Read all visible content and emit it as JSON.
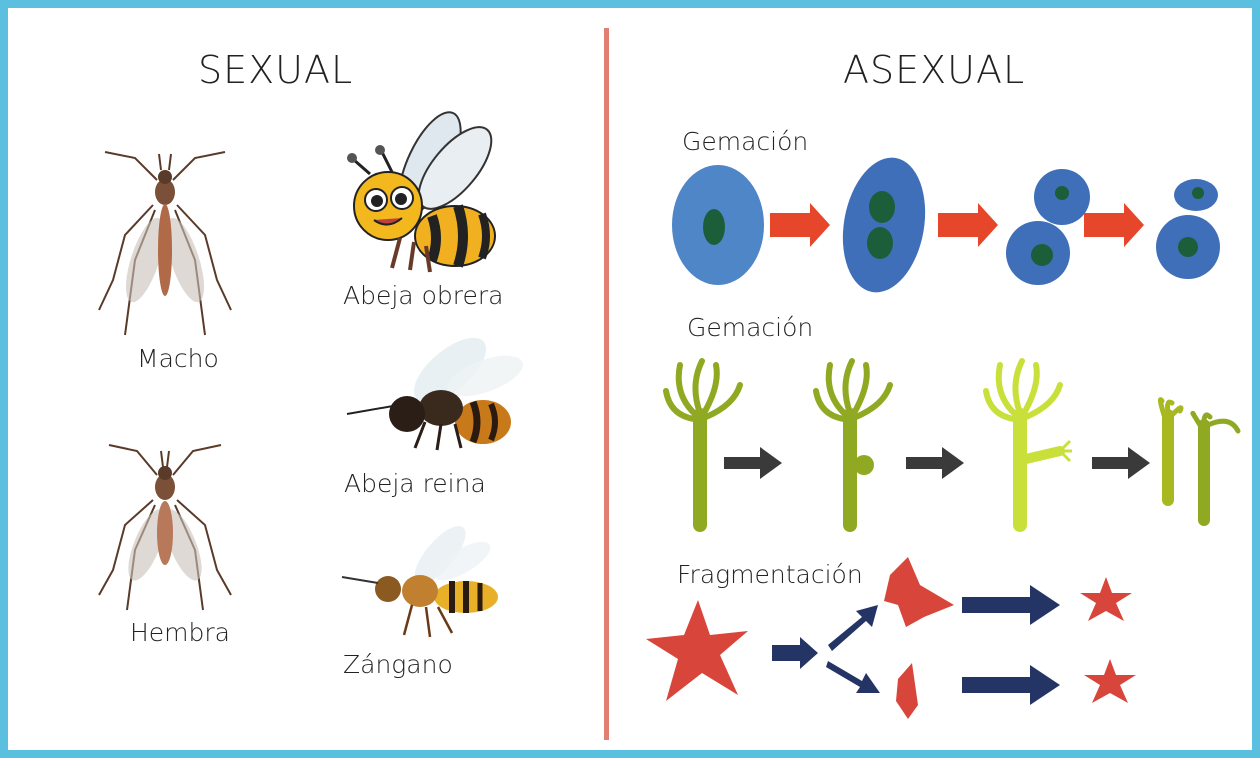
{
  "sexual": {
    "title": "SEXUAL",
    "mosquitoes": [
      {
        "label": "Macho",
        "icon": "male-mosquito-icon"
      },
      {
        "label": "Hembra",
        "icon": "female-mosquito-icon"
      }
    ],
    "bees": [
      {
        "label": "Abeja obrera",
        "icon": "worker-bee-icon"
      },
      {
        "label": "Abeja reina",
        "icon": "queen-bee-icon"
      },
      {
        "label": "Zángano",
        "icon": "drone-bee-icon"
      }
    ]
  },
  "asexual": {
    "title": "ASEXUAL",
    "rows": [
      {
        "label": "Gemación",
        "subject": "yeast-cells"
      },
      {
        "label": "Gemación",
        "subject": "hydra"
      },
      {
        "label": "Fragmentación",
        "subject": "starfish"
      }
    ]
  },
  "colors": {
    "frame": "#5bc0e0",
    "divider": "#e07f72",
    "cell": "#3f6fb8",
    "cell_light": "#4f86c8",
    "nucleus": "#1c5e3a",
    "arrow_red": "#e6472b",
    "arrow_gray": "#3a3a3a",
    "arrow_navy": "#243464",
    "hydra": "#8faa22",
    "hydra_light": "#c9e03a",
    "starfish": "#d8453a"
  }
}
